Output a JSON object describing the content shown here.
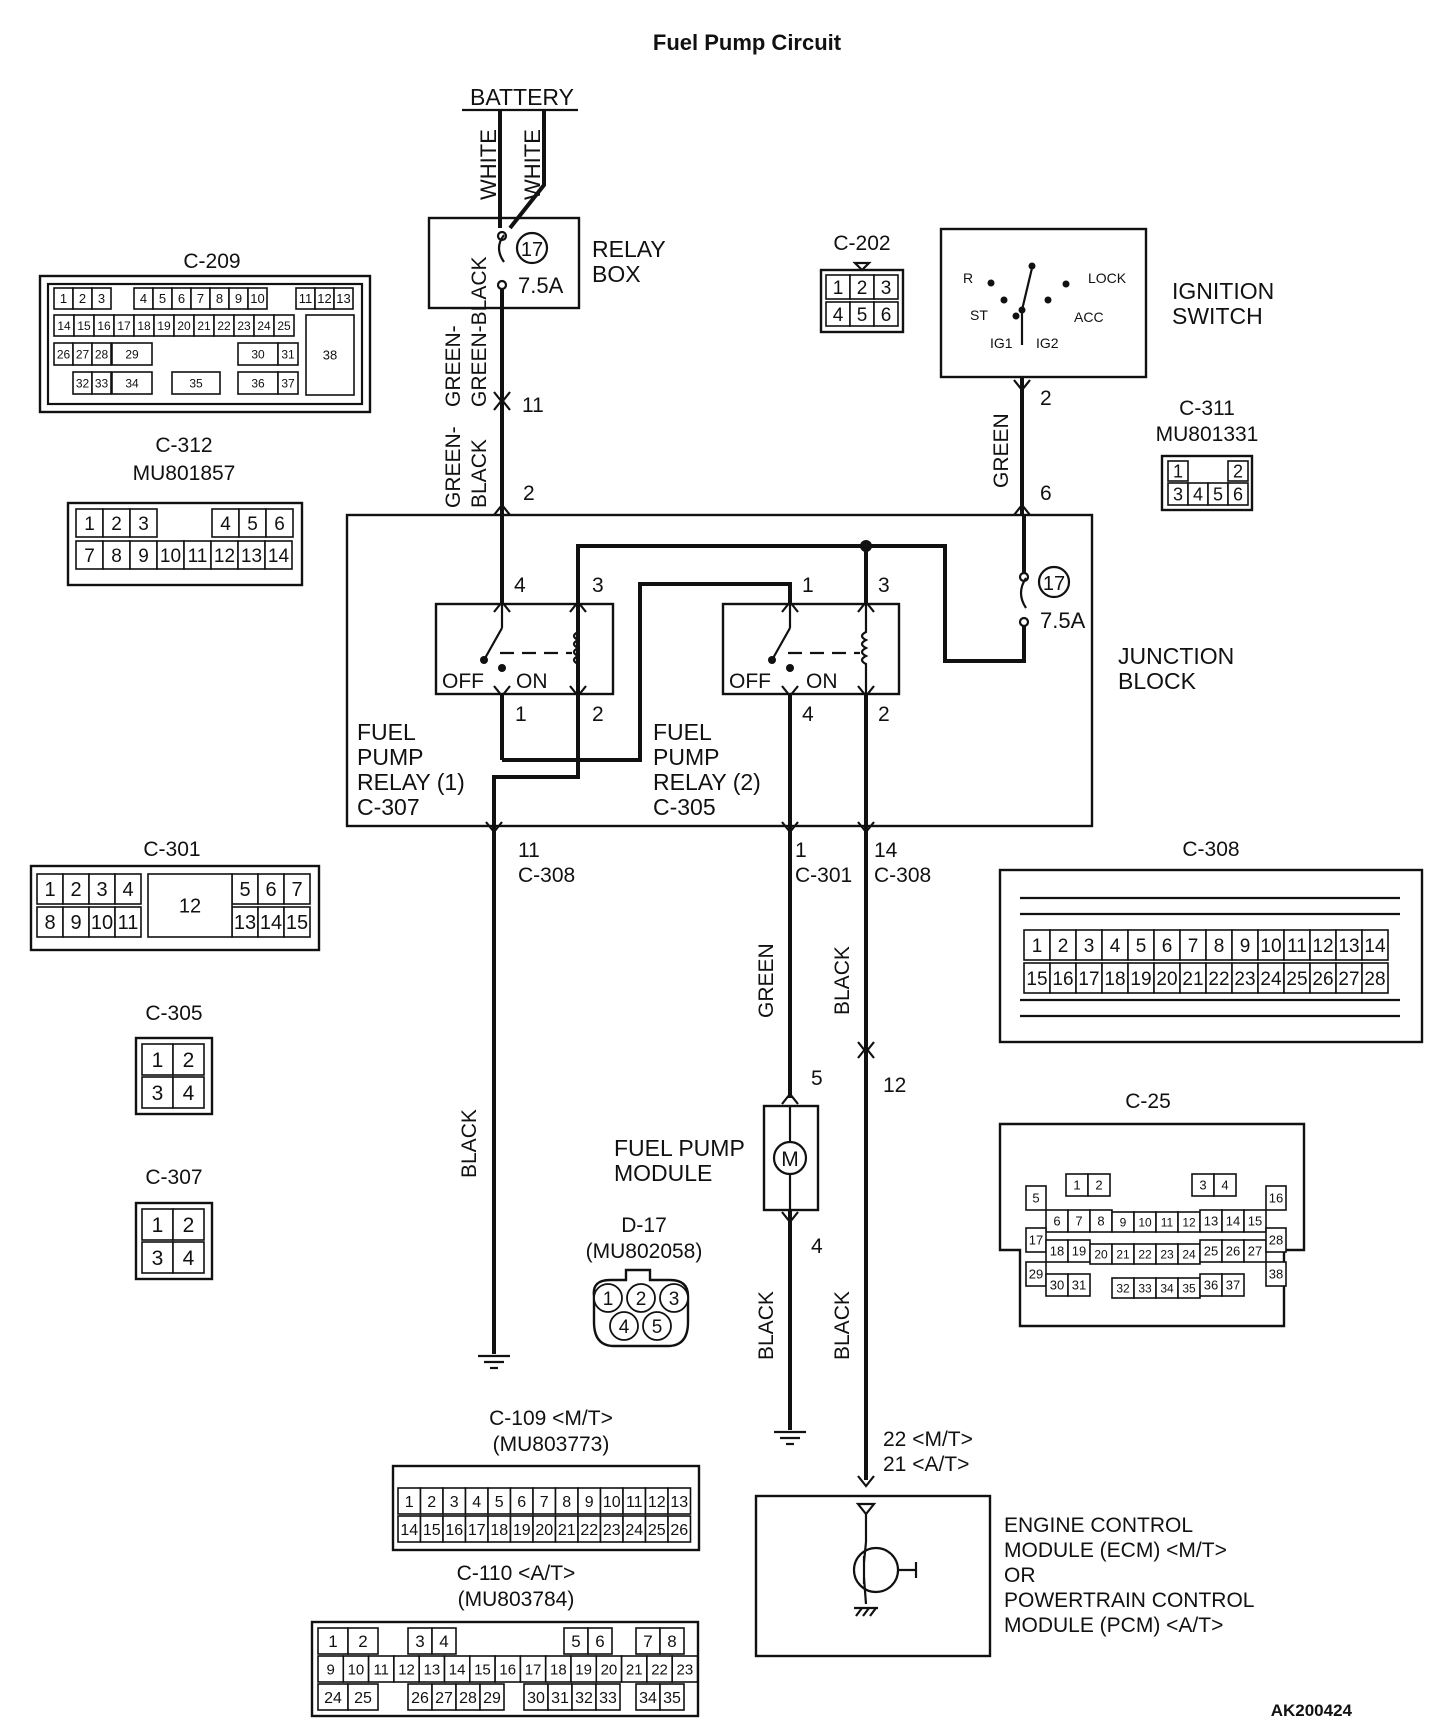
{
  "title": "Fuel Pump Circuit",
  "figure_id": "AK200424",
  "battery": {
    "label": "BATTERY",
    "wire1": "WHITE",
    "wire2": "WHITE"
  },
  "relay_box": {
    "label": [
      "RELAY",
      "BOX"
    ],
    "fuse_no": "17",
    "fuse_rating": "7.5A"
  },
  "wire_labels": {
    "relaybox_to_jb": "GREEN-",
    "relaybox_to_jb2": "GREEN-",
    "black_a": "BLACK",
    "black_b": "BLACK",
    "green_ign": "GREEN",
    "green_pump": "GREEN",
    "black_relay2": "BLACK",
    "black_ground1": "BLACK",
    "black_pump_gnd": "BLACK",
    "black_ecm": "BLACK"
  },
  "pins": {
    "rb_11": "11",
    "jb_2": "2",
    "ign_2": "2",
    "jb_6": "6",
    "r1_4": "4",
    "r1_3": "3",
    "r1_1": "1",
    "r1_2": "2",
    "r2_1": "1",
    "r2_3": "3",
    "r2_4": "4",
    "r2_2": "2",
    "out_11": "11",
    "out_c308a": "C-308",
    "out_1": "1",
    "out_c301": "C-301",
    "out_14": "14",
    "out_c308b": "C-308",
    "pump_5": "5",
    "pump_4": "4",
    "ecm_12": "12",
    "ecm_22": "22 <M/T>",
    "ecm_21": "21 <A/T>"
  },
  "switch_words": {
    "off": "OFF",
    "on": "ON"
  },
  "junction_block": {
    "label": [
      "JUNCTION",
      "BLOCK"
    ],
    "fuse_no": "17",
    "fuse_rating": "7.5A"
  },
  "relay1": {
    "label": [
      "FUEL",
      "PUMP",
      "RELAY (1)",
      "C-307"
    ]
  },
  "relay2": {
    "label": [
      "FUEL",
      "PUMP",
      "RELAY (2)",
      "C-305"
    ]
  },
  "ignition": {
    "label": [
      "IGNITION",
      "SWITCH"
    ],
    "positions": {
      "r": "R",
      "st": "ST",
      "ig1": "IG1",
      "ig2": "IG2",
      "lock": "LOCK",
      "acc": "ACC"
    }
  },
  "fuel_pump": {
    "label": [
      "FUEL PUMP",
      "MODULE"
    ],
    "motor": "M"
  },
  "ecm": {
    "label": [
      "ENGINE CONTROL",
      "MODULE (ECM) <M/T>",
      "OR",
      "POWERTRAIN CONTROL",
      "MODULE (PCM) <A/T>"
    ]
  },
  "connectors": {
    "c209": "C-209",
    "c312": [
      "C-312",
      "MU801857"
    ],
    "c202": "C-202",
    "c311": [
      "C-311",
      "MU801331"
    ],
    "c301": "C-301",
    "c305": "C-305",
    "c307": "C-307",
    "c308": "C-308",
    "c25": "C-25",
    "d17": [
      "D-17",
      "(MU802058)"
    ],
    "c109": [
      "C-109 <M/T>",
      "(MU803773)"
    ],
    "c110": [
      "C-110 <A/T>",
      "(MU803784)"
    ]
  },
  "connector_pins": {
    "c209_r1": [
      "1",
      "2",
      "3",
      "4",
      "5",
      "6",
      "7",
      "8",
      "9",
      "10",
      "11",
      "12",
      "13"
    ],
    "c209_r2": [
      "14",
      "15",
      "16",
      "17",
      "18",
      "19",
      "20",
      "21",
      "22",
      "23",
      "24",
      "25"
    ],
    "c209_r3": [
      "26",
      "27",
      "28",
      "29",
      "30",
      "31"
    ],
    "c209_r4": [
      "32",
      "33",
      "34",
      "35",
      "36",
      "37"
    ],
    "c209_big": "38",
    "c312_r1": [
      "1",
      "2",
      "3",
      "4",
      "5",
      "6"
    ],
    "c312_r2": [
      "7",
      "8",
      "9",
      "10",
      "11",
      "12",
      "13",
      "14"
    ],
    "c202": [
      "1",
      "2",
      "3",
      "4",
      "5",
      "6"
    ],
    "c311_r1": [
      "1",
      "2"
    ],
    "c311_r2": [
      "3",
      "4",
      "5",
      "6"
    ],
    "c301_r1": [
      "1",
      "2",
      "3",
      "4",
      "5",
      "6",
      "7"
    ],
    "c301_r2": [
      "8",
      "9",
      "10",
      "11",
      "13",
      "14",
      "15"
    ],
    "c301_mid": "12",
    "c305": [
      "1",
      "2",
      "3",
      "4"
    ],
    "c307": [
      "1",
      "2",
      "3",
      "4"
    ],
    "c308_r1": [
      "1",
      "2",
      "3",
      "4",
      "5",
      "6",
      "7",
      "8",
      "9",
      "10",
      "11",
      "12",
      "13",
      "14"
    ],
    "c308_r2": [
      "15",
      "16",
      "17",
      "18",
      "19",
      "20",
      "21",
      "22",
      "23",
      "24",
      "25",
      "26",
      "27",
      "28"
    ],
    "d17": [
      "1",
      "2",
      "3",
      "4",
      "5"
    ],
    "c109_r1": [
      "1",
      "2",
      "3",
      "4",
      "5",
      "6",
      "7",
      "8",
      "9",
      "10",
      "11",
      "12",
      "13"
    ],
    "c109_r2": [
      "14",
      "15",
      "16",
      "17",
      "18",
      "19",
      "20",
      "21",
      "22",
      "23",
      "24",
      "25",
      "26"
    ],
    "c110_r1": [
      "1",
      "2",
      "3",
      "4",
      "5",
      "6",
      "7",
      "8"
    ],
    "c110_r2": [
      "9",
      "10",
      "11",
      "12",
      "13",
      "14",
      "15",
      "16",
      "17",
      "18",
      "19",
      "20",
      "21",
      "22",
      "23"
    ],
    "c110_r3": [
      "24",
      "25",
      "26",
      "27",
      "28",
      "29",
      "30",
      "31",
      "32",
      "33",
      "34",
      "35"
    ],
    "c25_top": [
      "1",
      "2",
      "3",
      "4"
    ],
    "c25_r2": [
      "5",
      "6",
      "7",
      "8",
      "9",
      "10",
      "11",
      "12",
      "13",
      "14",
      "15",
      "16"
    ],
    "c25_r3": [
      "17",
      "18",
      "19",
      "20",
      "21",
      "22",
      "23",
      "24",
      "25",
      "26",
      "27",
      "28"
    ],
    "c25_r4": [
      "29",
      "30",
      "31",
      "32",
      "33",
      "34",
      "35",
      "36",
      "37",
      "38"
    ]
  }
}
